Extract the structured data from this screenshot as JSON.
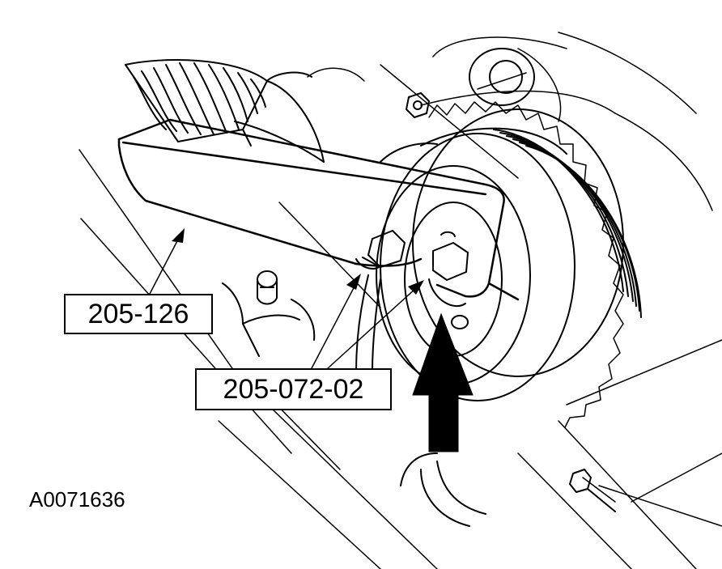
{
  "callouts": {
    "tool_a": "205-126",
    "tool_b": "205-072-02"
  },
  "figure_id": "A0071636",
  "colors": {
    "ink": "#000000",
    "paper": "#ffffff"
  }
}
